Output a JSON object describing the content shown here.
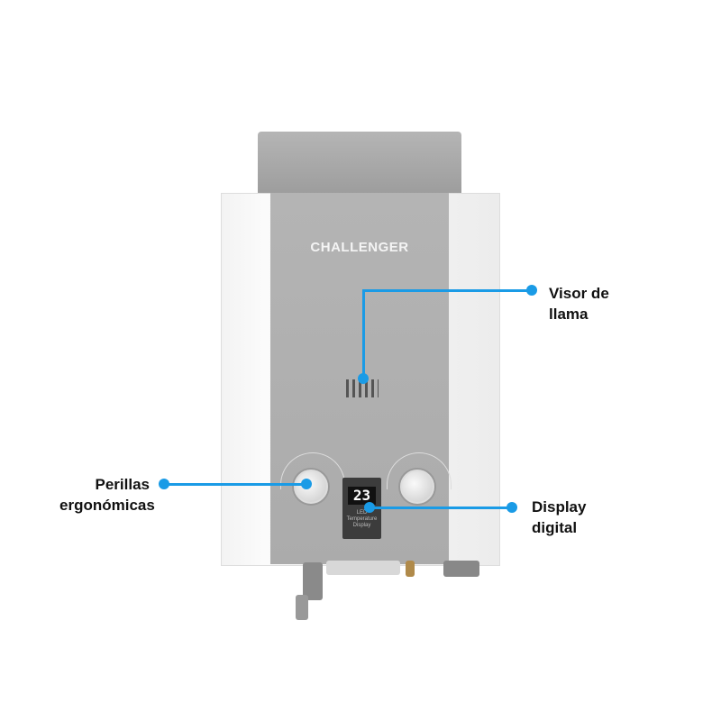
{
  "product": {
    "brand": "CHALLENGER",
    "display_value": "23",
    "display_caption": "LED",
    "display_subcaption": "Temperature Display"
  },
  "callouts": [
    {
      "id": "visor",
      "line1": "Visor de",
      "line2": "llama"
    },
    {
      "id": "perillas",
      "line1": "Perillas",
      "line2": "ergonómicas"
    },
    {
      "id": "display",
      "line1": "Display",
      "line2": "digital"
    }
  ],
  "colors": {
    "accent": "#1a9be6",
    "panel": "#afafaf"
  }
}
